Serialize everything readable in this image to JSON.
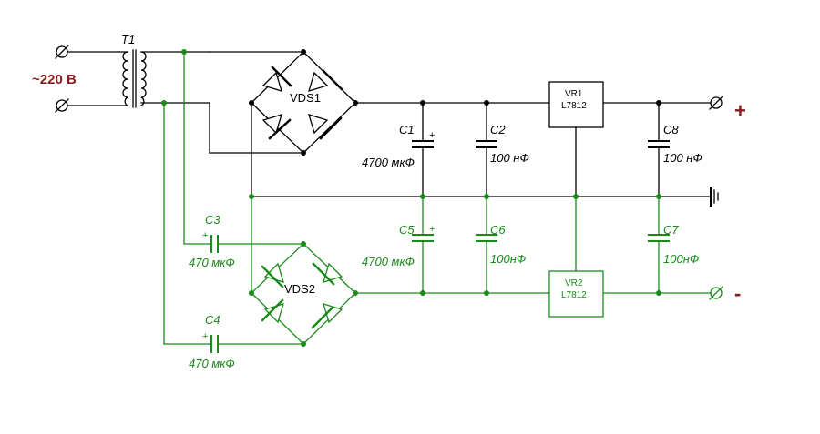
{
  "mains_label": "~220 В",
  "transformer": {
    "name": "T1"
  },
  "bridge_1": {
    "name": "VDS1"
  },
  "bridge_2": {
    "name": "VDS2"
  },
  "regulator_1": {
    "name": "VR1",
    "part": "L7812"
  },
  "regulator_2": {
    "name": "VR2",
    "part": "L7812"
  },
  "capacitors": {
    "c1": {
      "name": "C1",
      "value": "4700 мкФ"
    },
    "c2": {
      "name": "C2",
      "value": "100 нФ"
    },
    "c3": {
      "name": "C3",
      "value": "470 мкФ"
    },
    "c4": {
      "name": "C4",
      "value": "470 мкФ"
    },
    "c5": {
      "name": "C5",
      "value": "4700 мкФ"
    },
    "c6": {
      "name": "C6",
      "value": "100нФ"
    },
    "c7": {
      "name": "C7",
      "value": "100нФ"
    },
    "c8": {
      "name": "C8",
      "value": "100 нФ"
    }
  },
  "polarity_mark": "+",
  "outputs": {
    "positive": "+",
    "negative": "-"
  },
  "colors": {
    "primary_circuit": "#000000",
    "secondary_circuit": "#1a8a1a",
    "labels": "#8b1a1a"
  }
}
